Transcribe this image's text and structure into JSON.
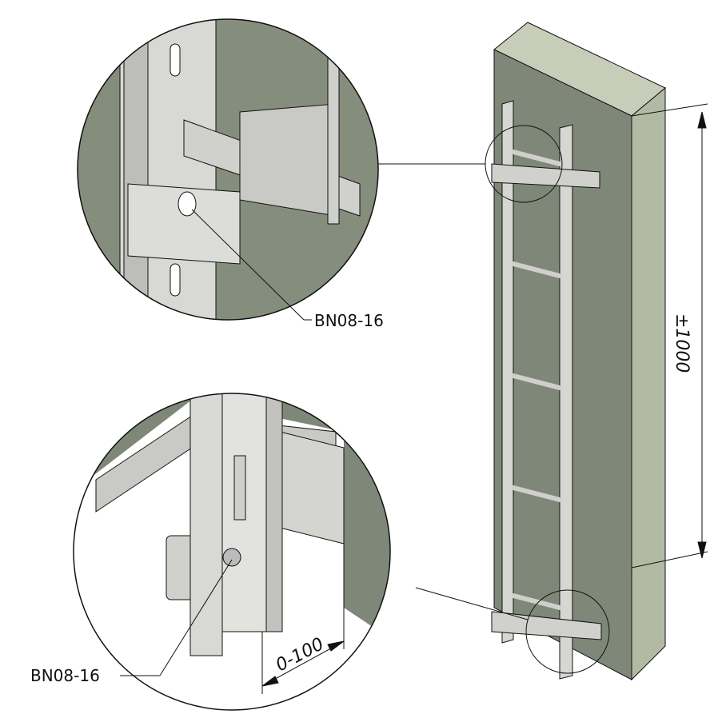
{
  "labels": {
    "bolt_top": "BN08-16",
    "bolt_bottom": "BN08-16",
    "offset_range": "0-100",
    "height_dimension": "±1000"
  },
  "colors": {
    "wall": "#8a9182",
    "wall_light": "#b9c0ac",
    "steel": "#d6d6d2",
    "steel_dark": "#9c9c98",
    "line": "#111111"
  }
}
